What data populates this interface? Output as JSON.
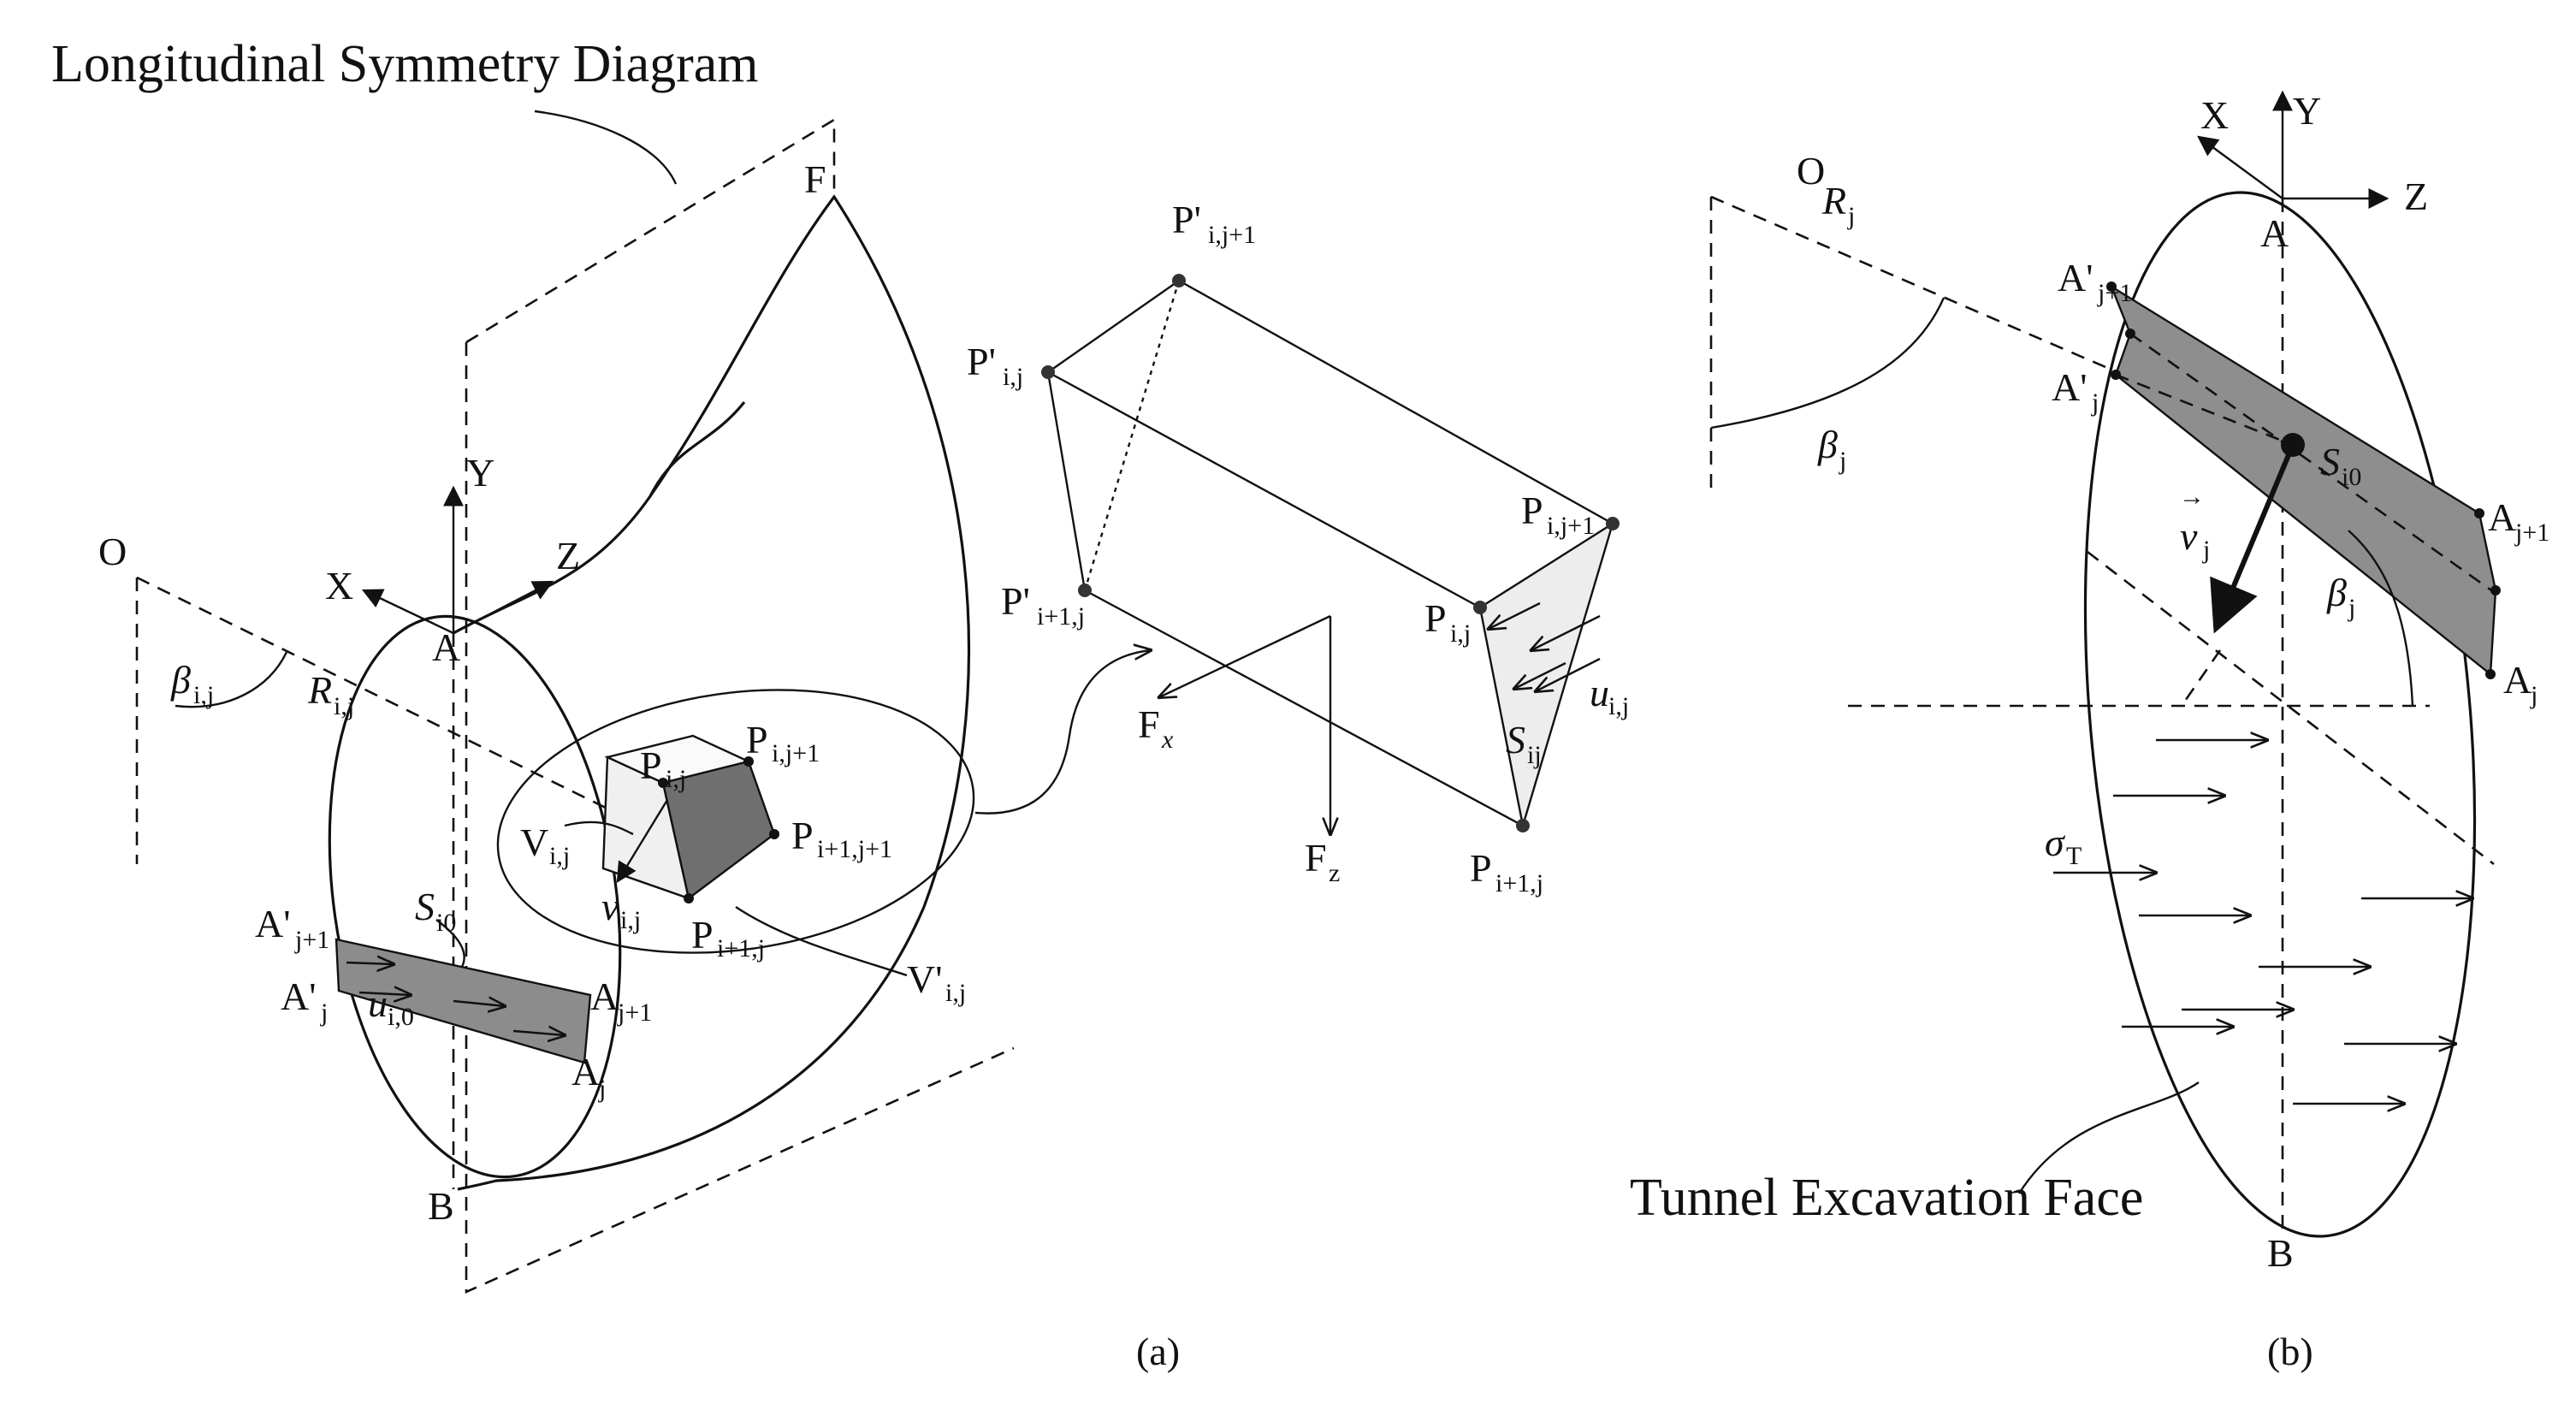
{
  "labels": {
    "title_a": "Longitudinal Symmetry Diagram",
    "title_b": "Tunnel Excavation Face",
    "caption_a": "(a)",
    "caption_b": "(b)",
    "O": "O",
    "F": "F",
    "A": "A",
    "B": "B",
    "X": "X",
    "Y": "Y",
    "Z": "Z",
    "beta": "β",
    "R": "R",
    "S": "S",
    "P": "P",
    "Pp": "P'",
    "V": "V",
    "Vp": "V'",
    "v": "v",
    "u": "u",
    "Ap": "A'",
    "Fx_main": "F",
    "Fx_sub": "x",
    "Fz_main": "F",
    "Fz_sub": "z",
    "sigma": "σ",
    "sub_ij": "i,j",
    "sub_ij1": "i,j+1",
    "sub_i1j": "i+1,j",
    "sub_i1j1": "i+1,j+1",
    "sub_i0": "i0",
    "sub_Sij": "ij",
    "sub_i0u": "i,0",
    "sub_j": "j",
    "sub_j1": "j+1",
    "sub_T": "T",
    "vec_arrow": "→"
  }
}
